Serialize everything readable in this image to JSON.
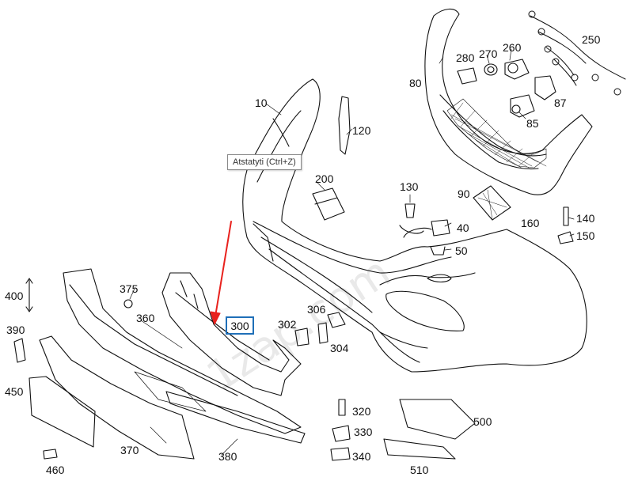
{
  "tooltip": "Atstatyti (Ctrl+Z)",
  "highlight": {
    "label": "300",
    "color": "#1f6fb8"
  },
  "arrow_color": "#e8211d",
  "watermark": "1zap.com",
  "callouts": [
    "10",
    "80",
    "85",
    "87",
    "90",
    "120",
    "130",
    "140",
    "150",
    "160",
    "200",
    "250",
    "260",
    "270",
    "280",
    "300",
    "302",
    "304",
    "306",
    "320",
    "330",
    "340",
    "360",
    "370",
    "375",
    "380",
    "390",
    "400",
    "450",
    "460",
    "500",
    "510",
    "40",
    "50"
  ]
}
